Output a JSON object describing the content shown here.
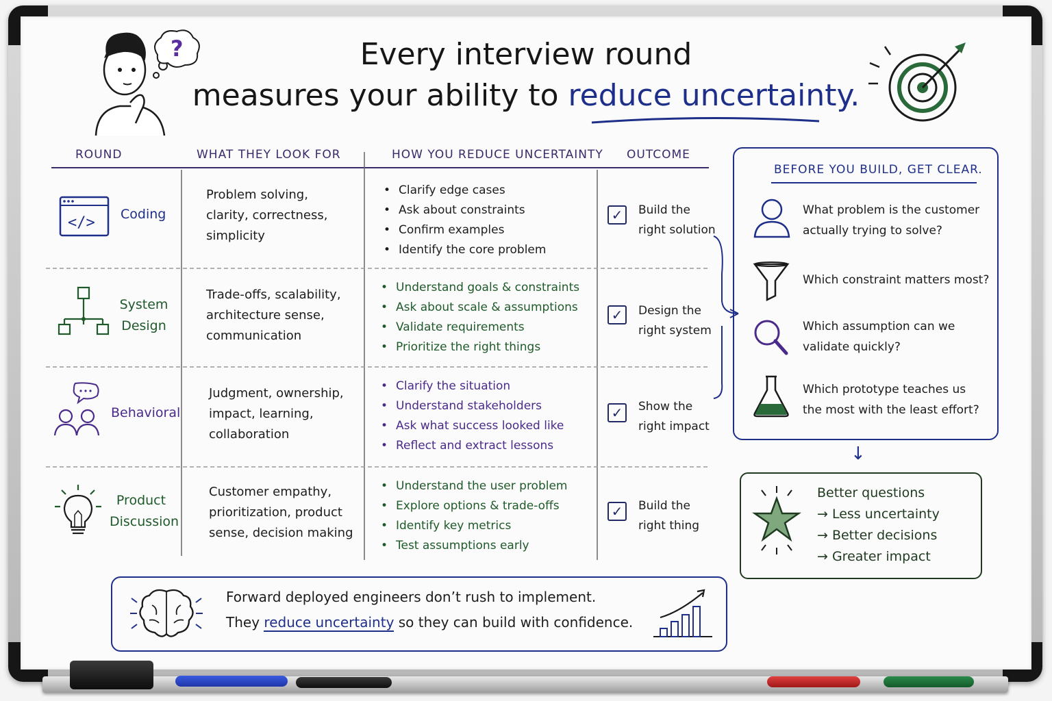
{
  "title": {
    "line1": "Every interview round",
    "line2_prefix": "measures your ability to",
    "line2_highlight": "reduce uncertainty."
  },
  "table": {
    "headers": [
      "ROUND",
      "WHAT THEY LOOK FOR",
      "HOW YOU REDUCE UNCERTAINTY",
      "OUTCOME"
    ],
    "rows": [
      {
        "round": [
          "Coding"
        ],
        "look_for": [
          "Problem solving,",
          "clarity, correctness,",
          "simplicity"
        ],
        "how": [
          "Clarify edge cases",
          "Ask about constraints",
          "Confirm examples",
          "Identify the core problem"
        ],
        "outcome": [
          "Build the",
          "right solution"
        ],
        "color": "#1e2f8a",
        "icon": "code-window-icon"
      },
      {
        "round": [
          "System",
          "Design"
        ],
        "look_for": [
          "Trade-offs, scalability,",
          "architecture sense,",
          "communication"
        ],
        "how": [
          "Understand goals & constraints",
          "Ask about scale & assumptions",
          "Validate requirements",
          "Prioritize the right things"
        ],
        "outcome": [
          "Design the",
          "right system"
        ],
        "color": "#1f5a2a",
        "icon": "architecture-diagram-icon"
      },
      {
        "round": [
          "Behavioral"
        ],
        "look_for": [
          "Judgment, ownership,",
          "impact, learning,",
          "collaboration"
        ],
        "how": [
          "Clarify the situation",
          "Understand stakeholders",
          "Ask what success looked like",
          "Reflect and extract lessons"
        ],
        "outcome": [
          "Show the",
          "right impact"
        ],
        "color": "#4a2a8a",
        "icon": "people-speech-icon"
      },
      {
        "round": [
          "Product",
          "Discussion"
        ],
        "look_for": [
          "Customer empathy,",
          "prioritization, product",
          "sense, decision making"
        ],
        "how": [
          "Understand the user problem",
          "Explore options & trade-offs",
          "Identify key metrics",
          "Test assumptions early"
        ],
        "outcome": [
          "Build the",
          "right thing"
        ],
        "color": "#1f5a2a",
        "icon": "lightbulb-icon"
      }
    ]
  },
  "sidebar": {
    "heading": "BEFORE YOU BUILD, GET CLEAR.",
    "questions": [
      {
        "icon": "user-icon",
        "lines": [
          "What problem is the customer",
          "actually trying to solve?"
        ]
      },
      {
        "icon": "funnel-icon",
        "lines": [
          "Which constraint matters most?"
        ]
      },
      {
        "icon": "magnifier-icon",
        "lines": [
          "Which assumption can we",
          "validate quickly?"
        ]
      },
      {
        "icon": "flask-icon",
        "lines": [
          "Which prototype teaches us",
          "the most with the least effort?"
        ]
      }
    ]
  },
  "result": {
    "lines": [
      "Better questions",
      "→ Less uncertainty",
      "→ Better decisions",
      "→ Greater impact"
    ]
  },
  "footer": {
    "line1": "Forward deployed engineers don’t rush to implement.",
    "line2_prefix": "They",
    "line2_highlight": "reduce uncertainty",
    "line2_suffix": "so they can build with confidence."
  },
  "colors": {
    "navy": "#1e2f8a",
    "green": "#1f5a2a",
    "purple": "#4a2a8a",
    "ink": "#1c1c1c"
  }
}
